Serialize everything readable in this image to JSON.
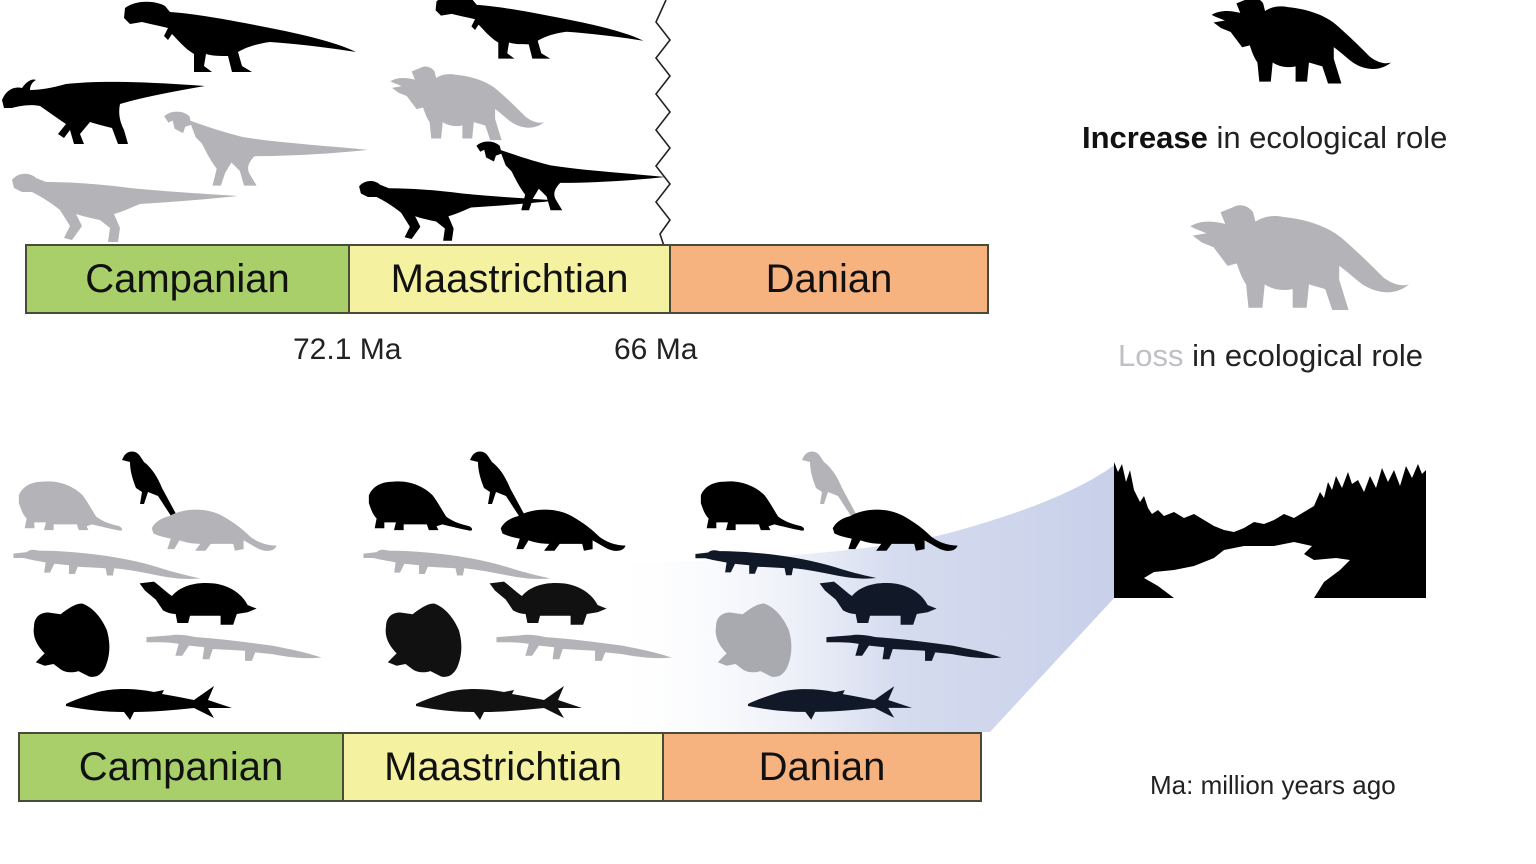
{
  "colors": {
    "campanian": "#a9cf6a",
    "maastrichtian": "#f4f2a0",
    "danian": "#f6b27f",
    "increase": "#000000",
    "loss": "#b4b4b8",
    "gradient_tint": "#d8deee"
  },
  "top_panel": {
    "timeline": {
      "periods": [
        {
          "label": "Campanian"
        },
        {
          "label": "Maastrichtian"
        },
        {
          "label": "Danian"
        }
      ]
    },
    "boundaries": [
      {
        "label": "72.1 Ma"
      },
      {
        "label": "66 Ma"
      }
    ],
    "silhouettes": {
      "campanian": [
        "tyrannosaur (increase)",
        "hadrosaur (increase)",
        "small theropod (loss)",
        "ornithopod (loss)"
      ],
      "maastrichtian": [
        "tyrannosaur (increase)",
        "ceratopsian (loss)",
        "small theropod (increase)",
        "ornithopod (increase)"
      ]
    }
  },
  "legend": {
    "increase_bold": "Increase",
    "increase_rest": " in ecological role",
    "loss_gray": "Loss",
    "loss_rest": " in ecological role"
  },
  "bottom_panel": {
    "timeline": {
      "periods": [
        {
          "label": "Campanian"
        },
        {
          "label": "Maastrichtian"
        },
        {
          "label": "Danian"
        }
      ]
    },
    "silhouettes": {
      "campanian": [
        "mammal (loss)",
        "bird (increase)",
        "mammal (loss)",
        "champsosaur (loss)",
        "turtle (increase)",
        "frog (increase)",
        "crocodilian (loss)",
        "sturgeon (increase)"
      ],
      "maastrichtian": [
        "mammal (increase)",
        "bird (increase)",
        "mammal (increase)",
        "champsosaur (loss)",
        "turtle (increase)",
        "frog (increase)",
        "crocodilian (loss)",
        "sturgeon (increase)"
      ],
      "danian": [
        "mammal (increase)",
        "bird (loss)",
        "mammal (increase)",
        "champsosaur (increase)",
        "turtle (increase)",
        "frog (loss)",
        "crocodilian (increase)",
        "sturgeon (increase)"
      ]
    },
    "habitat": "forested river landscape"
  },
  "footnote": "Ma: million years ago"
}
